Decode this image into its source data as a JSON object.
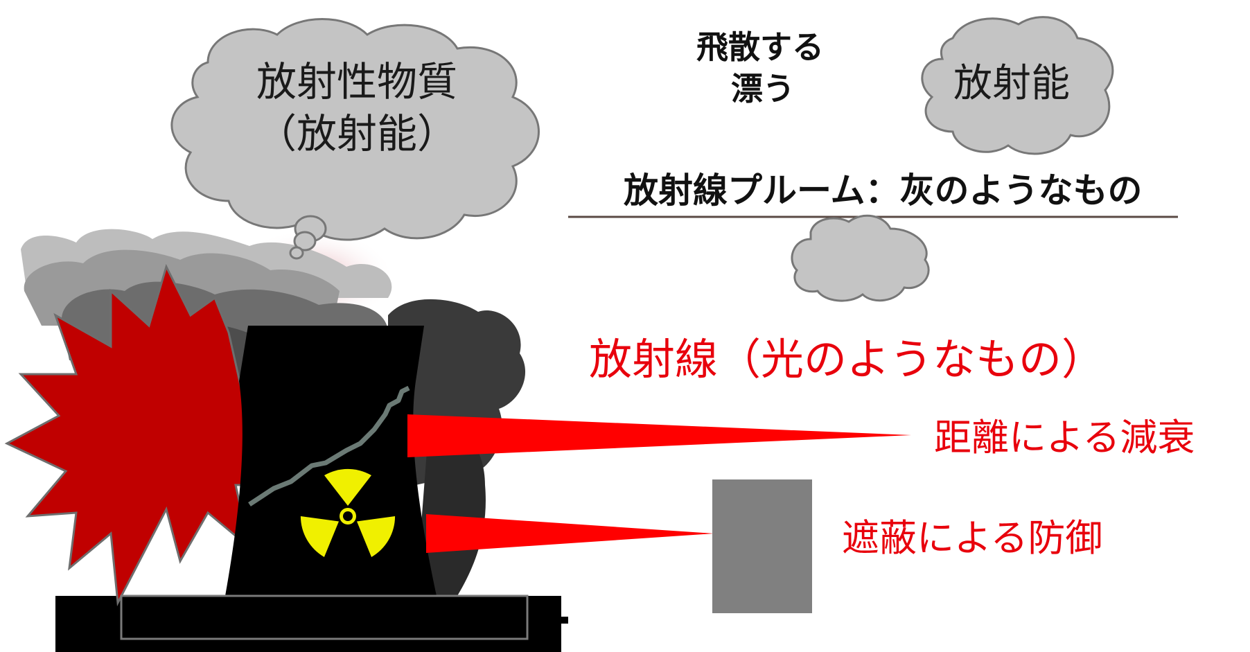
{
  "cloud_main": {
    "line1": "放射性物質",
    "line2": "（放射能）"
  },
  "cloud_small": {
    "label": "放射能"
  },
  "scatter": {
    "line1": "飛散する",
    "line2": "漂う"
  },
  "plume": {
    "label": "放射線プルーム：灰のようなもの"
  },
  "radiation": {
    "title": "放射線（光のようなもの）",
    "distance_label": "距離による減衰",
    "shield_label": "遮蔽による防御"
  },
  "colors": {
    "explosion": "#c00000",
    "ray": "#ff0000",
    "text_red": "#e8000c",
    "cloud_fill": "#c4c4c4",
    "smoke_dark": "#3a3a3a",
    "shield": "#808080",
    "hazard_yellow": "#f0f000"
  },
  "icons": [
    "radiation-trefoil-icon",
    "explosion-burst-icon"
  ]
}
